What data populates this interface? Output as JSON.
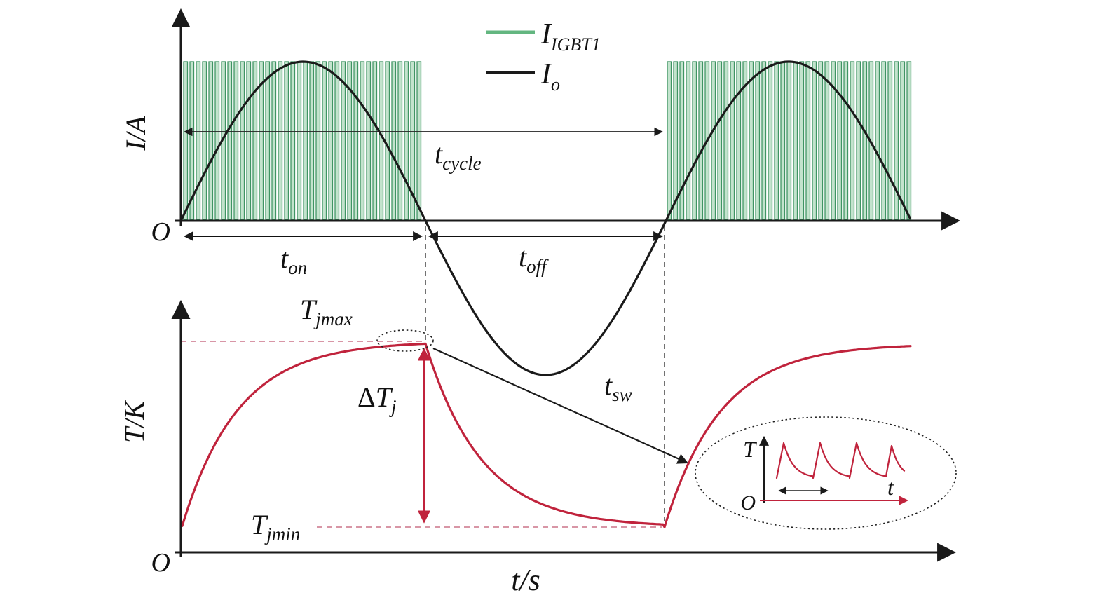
{
  "colors": {
    "pulse_fill": "#c3e3cd",
    "pulse_stroke": "#3f9463",
    "legend_green": "#63b680",
    "io": "#1a1a1a",
    "temp": "#c0233c",
    "dash_pink": "#d2879a",
    "dash_black": "#444444",
    "axis": "#1a1a1a"
  },
  "labels": {
    "top": {
      "y_axis": "I/A",
      "origin": "O",
      "legend": [
        {
          "main": "I",
          "sub": "IGBT1"
        },
        {
          "main": "I",
          "sub": "o"
        }
      ],
      "t_cycle": {
        "main": "t",
        "sub": "cycle"
      },
      "t_on": {
        "main": "t",
        "sub": "on"
      },
      "t_off": {
        "main": "t",
        "sub": "off"
      }
    },
    "bottom": {
      "y_axis": "T/K",
      "origin": "O",
      "x_axis": "t/s",
      "t_jmax": {
        "main": "T",
        "sub": "jmax"
      },
      "t_jmin": {
        "main": "T",
        "sub": "jmin"
      },
      "delta_tj": {
        "prefix": "Δ",
        "main": "T",
        "sub": "j"
      },
      "t_sw": {
        "main": "t",
        "sub": "sw"
      },
      "inset": {
        "y_axis": "T",
        "x_axis": "t",
        "origin": "O"
      }
    }
  },
  "chart_data": [
    {
      "type": "line",
      "title": "IGBT1 switched current pulses and sinusoidal output current versus time",
      "xlabel": "t",
      "ylabel": "I/A",
      "legend_position": "top-center",
      "series": [
        {
          "name": "I_IGBT1",
          "kind": "pwm_pulse_train",
          "description": "High-frequency switching pulse comb, flat-topped, present only during the positive (conduction) half-cycles t_on; zero during t_off",
          "active_intervals_fraction_of_cycle": [
            [
              0,
              0.5
            ],
            [
              1.0,
              1.5
            ]
          ],
          "pulse_amplitude_norm": 1.0
        },
        {
          "name": "I_o",
          "kind": "sinusoid",
          "description": "Sinusoidal output current of period t_cycle; positive half during t_on, negative half during t_off",
          "amplitude_norm": 1.0,
          "period_label": "t_cycle"
        }
      ],
      "annotations": [
        "t_cycle spans one full output period",
        "t_on spans the positive half-cycle",
        "t_off spans the negative half-cycle"
      ],
      "geometry": {
        "x_origin": 258,
        "y_axis_line": 315,
        "x_axis_end": 1368,
        "y_axis_top": 14,
        "x_on_end": 607,
        "x_cycle_end": 950,
        "x_wave_end": 1300,
        "pulse_top_y": 88,
        "neg_bottom_y": 535,
        "pulse_bursts": [
          [
            262,
            605
          ],
          [
            952,
            1300
          ]
        ],
        "bar_period": 9,
        "bar_width": 5.5
      }
    },
    {
      "type": "line",
      "title": "IGBT junction temperature versus time with switching-ripple inset",
      "xlabel": "t/s",
      "ylabel": "T/K",
      "series": [
        {
          "name": "T_j",
          "kind": "exponential_rise_decay",
          "description": "Junction temperature rises exponentially toward T_jmax during t_on, decays exponentially to T_jmin during t_off, then rises again; magnified inset shows switching-frequency ripple with period t_sw",
          "T_jmax_norm": 1.0,
          "T_jmin_norm": 0.12,
          "delta_Tj": "T_jmax - T_jmin"
        }
      ],
      "annotations": [
        "T_jmax upper dashed level",
        "T_jmin lower dashed level",
        "ΔT_j vertical double arrow at end of t_on",
        "t_sw switching ripple shown in dotted-ellipse inset"
      ],
      "geometry": {
        "x_origin": 258,
        "y_axis_line": 788,
        "x_axis_end": 1362,
        "y_axis_top": 430,
        "x_on_end": 607,
        "x_cycle_end": 948,
        "x_wave_end": 1300,
        "t_max_y": 487,
        "t_min_y": 752,
        "curve_start_y": 757,
        "tau_rise": 80,
        "tau_fall": 80,
        "small_ellipse": {
          "cx": 578,
          "cy": 486,
          "rx": 40,
          "ry": 15
        },
        "inset_ellipse": {
          "cx": 1178,
          "cy": 675,
          "rx": 186,
          "ry": 80
        },
        "ripple": {
          "x0": 1108,
          "period": 52,
          "rise": 10,
          "high": 632,
          "low": 682,
          "fins": 3
        }
      }
    }
  ]
}
